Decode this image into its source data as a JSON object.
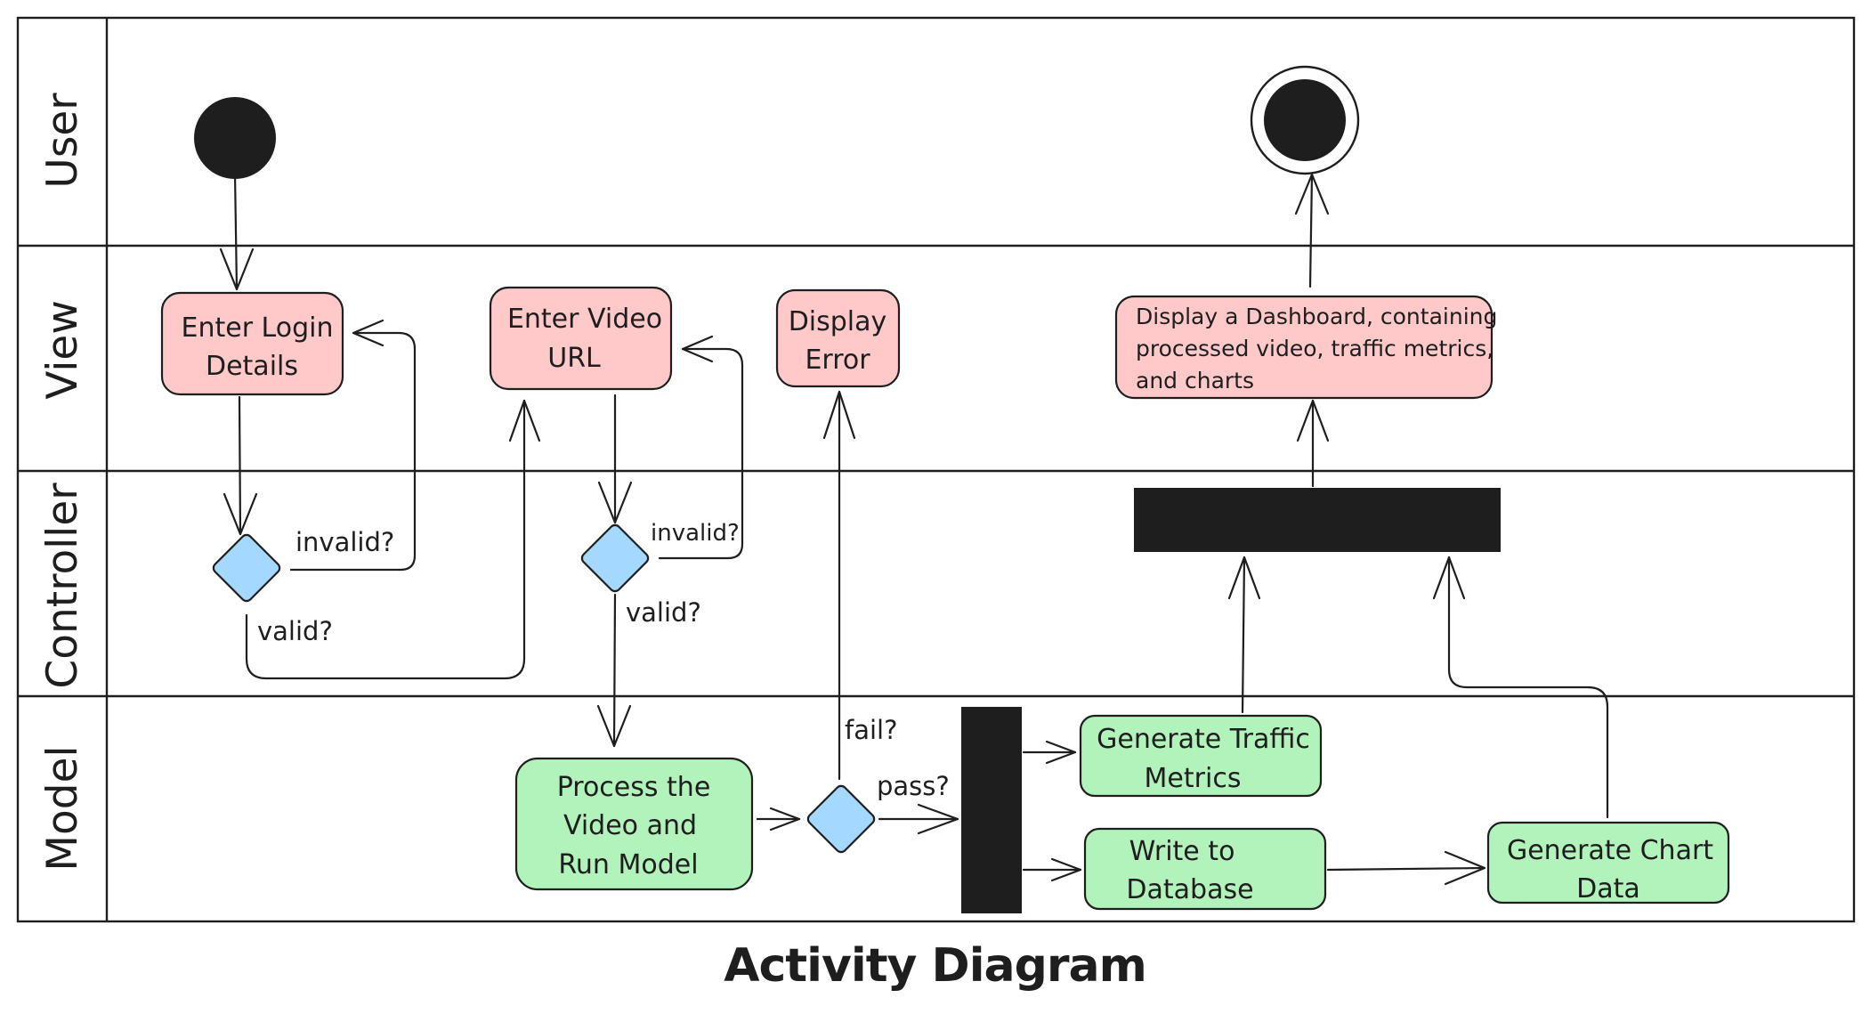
{
  "diagram": {
    "title": "Activity Diagram",
    "colors": {
      "view_action_fill": "#ffc9c9",
      "model_action_fill": "#b2f2bb",
      "decision_fill": "#a5d8ff",
      "bar_fill": "#1e1e1e",
      "stroke": "#1e1e1e"
    },
    "lanes": [
      {
        "label": "User"
      },
      {
        "label": "View"
      },
      {
        "label": "Controller"
      },
      {
        "label": "Model"
      }
    ],
    "nodes": {
      "enter_login": {
        "line1": "Enter Login",
        "line2": "Details"
      },
      "enter_video": {
        "line1": "Enter Video",
        "line2": "URL"
      },
      "display_error": {
        "line1": "Display",
        "line2": "Error"
      },
      "dashboard": {
        "line1": "Display a Dashboard, containing",
        "line2": "processed video, traffic metrics,",
        "line3": "and charts"
      },
      "process_video": {
        "line1": "Process the",
        "line2": "Video and",
        "line3": "Run Model"
      },
      "traffic_metrics": {
        "line1": "Generate Traffic",
        "line2": "Metrics"
      },
      "write_db": {
        "line1": "Write to",
        "line2": "Database"
      },
      "chart_data": {
        "line1": "Generate Chart",
        "line2": "Data"
      }
    },
    "guards": {
      "login_invalid": "invalid?",
      "login_valid": "valid?",
      "url_invalid": "invalid?",
      "url_valid": "valid?",
      "fail": "fail?",
      "pass": "pass?"
    }
  }
}
